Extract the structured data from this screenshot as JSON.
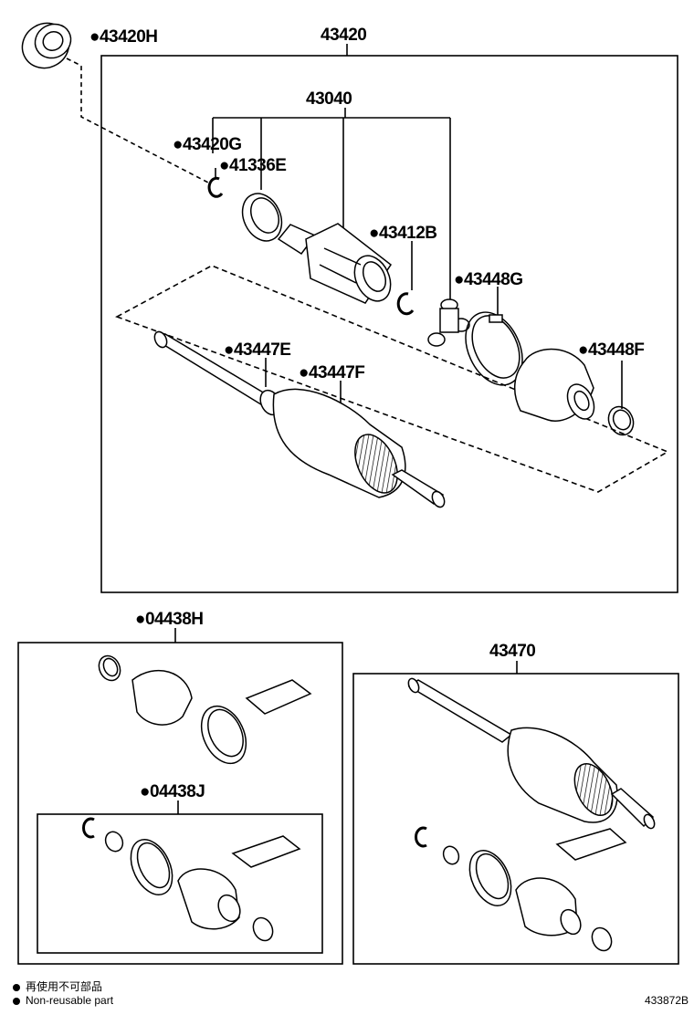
{
  "labels": {
    "p43420": "43420",
    "p43420H": "●43420H",
    "p43040": "43040",
    "p43420G": "●43420G",
    "p41336E": "●41336E",
    "p43412B": "●43412B",
    "p43448G": "●43448G",
    "p43447E": "●43447E",
    "p43447F": "●43447F",
    "p43448F": "●43448F",
    "p04438H": "●04438H",
    "p04438J": "●04438J",
    "p43470": "43470"
  },
  "legend": {
    "line1": "再使用不可部品",
    "line2": "Non-reusable part"
  },
  "figure_code": "433872B"
}
